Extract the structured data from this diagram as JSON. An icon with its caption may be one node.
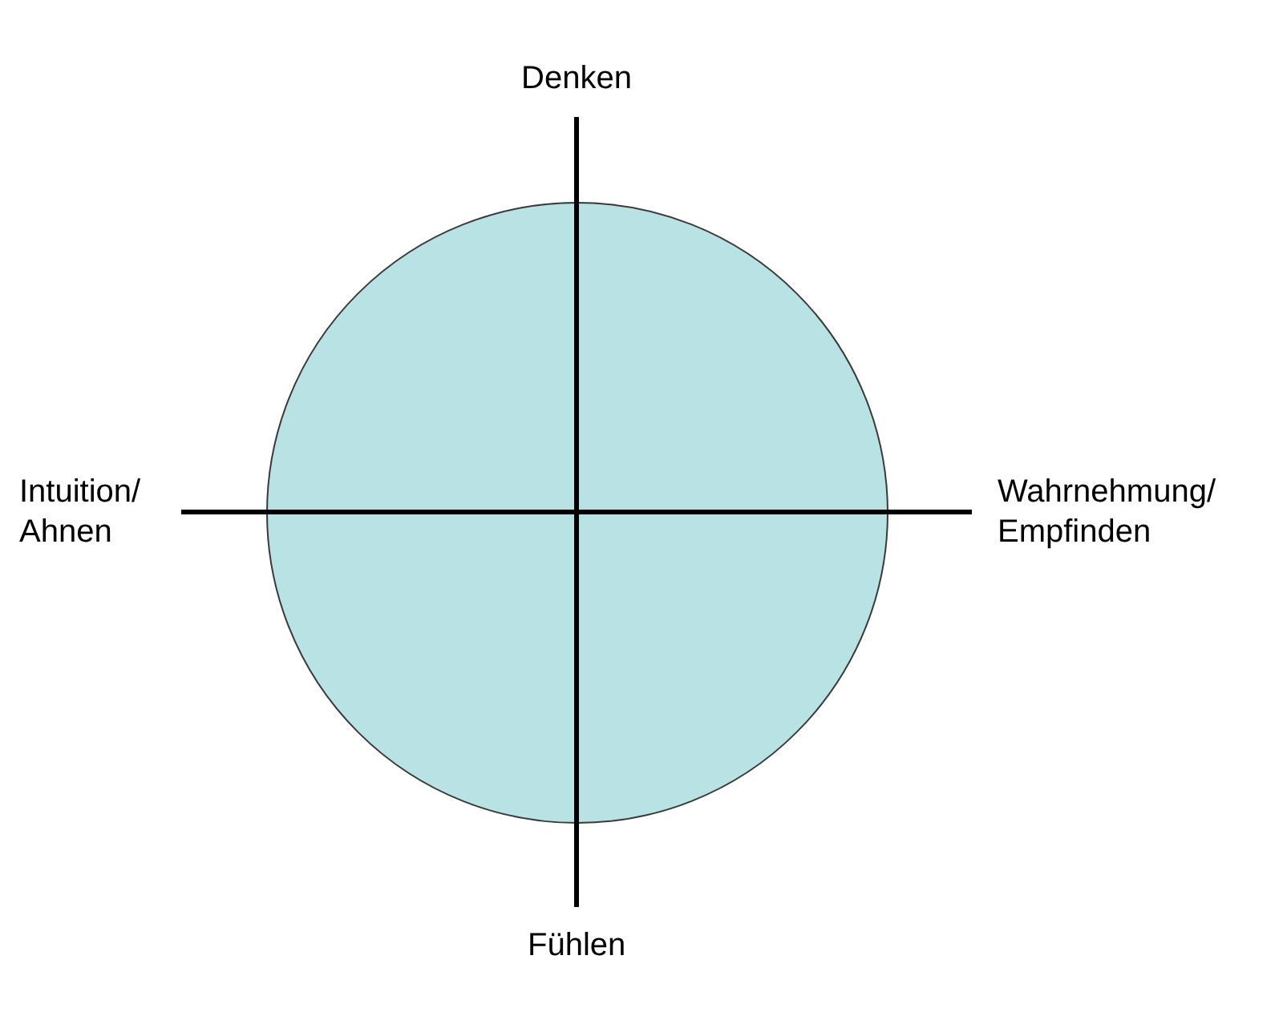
{
  "diagram": {
    "nodes": [
      {
        "text": [],
        "shape": "circle"
      }
    ],
    "labels": [
      "Denken",
      "Intuition/ Ahnen",
      "Wahrnehmung/ Empfinden",
      "Fühlen"
    ]
  }
}
